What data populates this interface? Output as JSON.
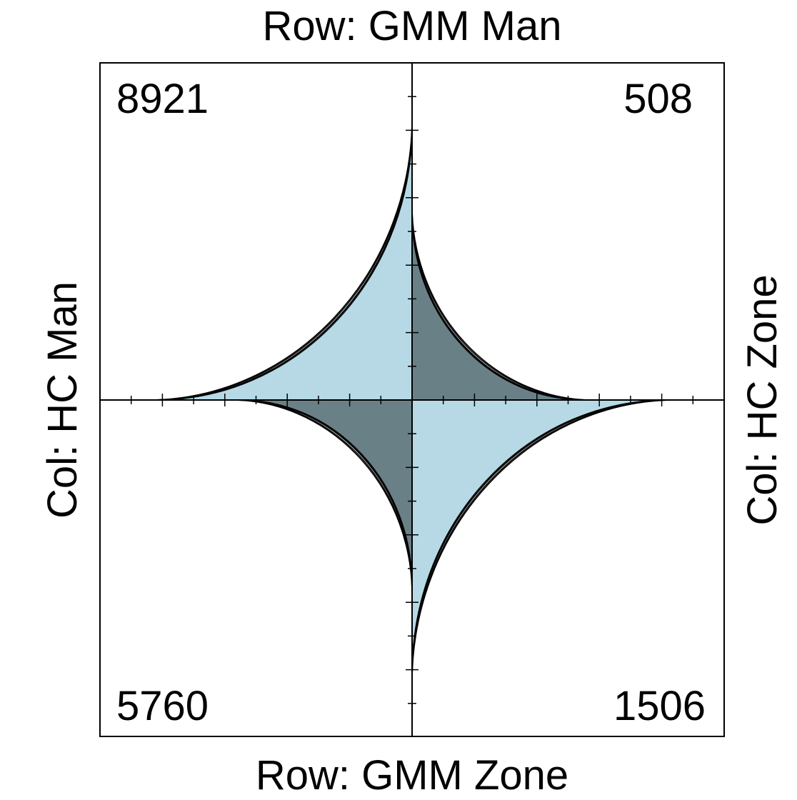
{
  "chart_data": {
    "type": "fourfold",
    "top_label": "Row: GMM Man",
    "bottom_label": "Row: GMM Zone",
    "left_label": "Col: HC Man",
    "right_label": "Col: HC Zone",
    "cells": [
      {
        "quadrant": "top-left",
        "value": 8921,
        "text": "8921"
      },
      {
        "quadrant": "top-right",
        "value": 508,
        "text": "508"
      },
      {
        "quadrant": "bottom-left",
        "value": 5760,
        "text": "5760"
      },
      {
        "quadrant": "bottom-right",
        "value": 1506,
        "text": "1506"
      }
    ],
    "colors": {
      "positive_association": "#b6d9e5",
      "negative_association": "#6a8087",
      "outline": "#000000",
      "frame": "#000000"
    },
    "confidence_rings": true,
    "grid": false
  }
}
